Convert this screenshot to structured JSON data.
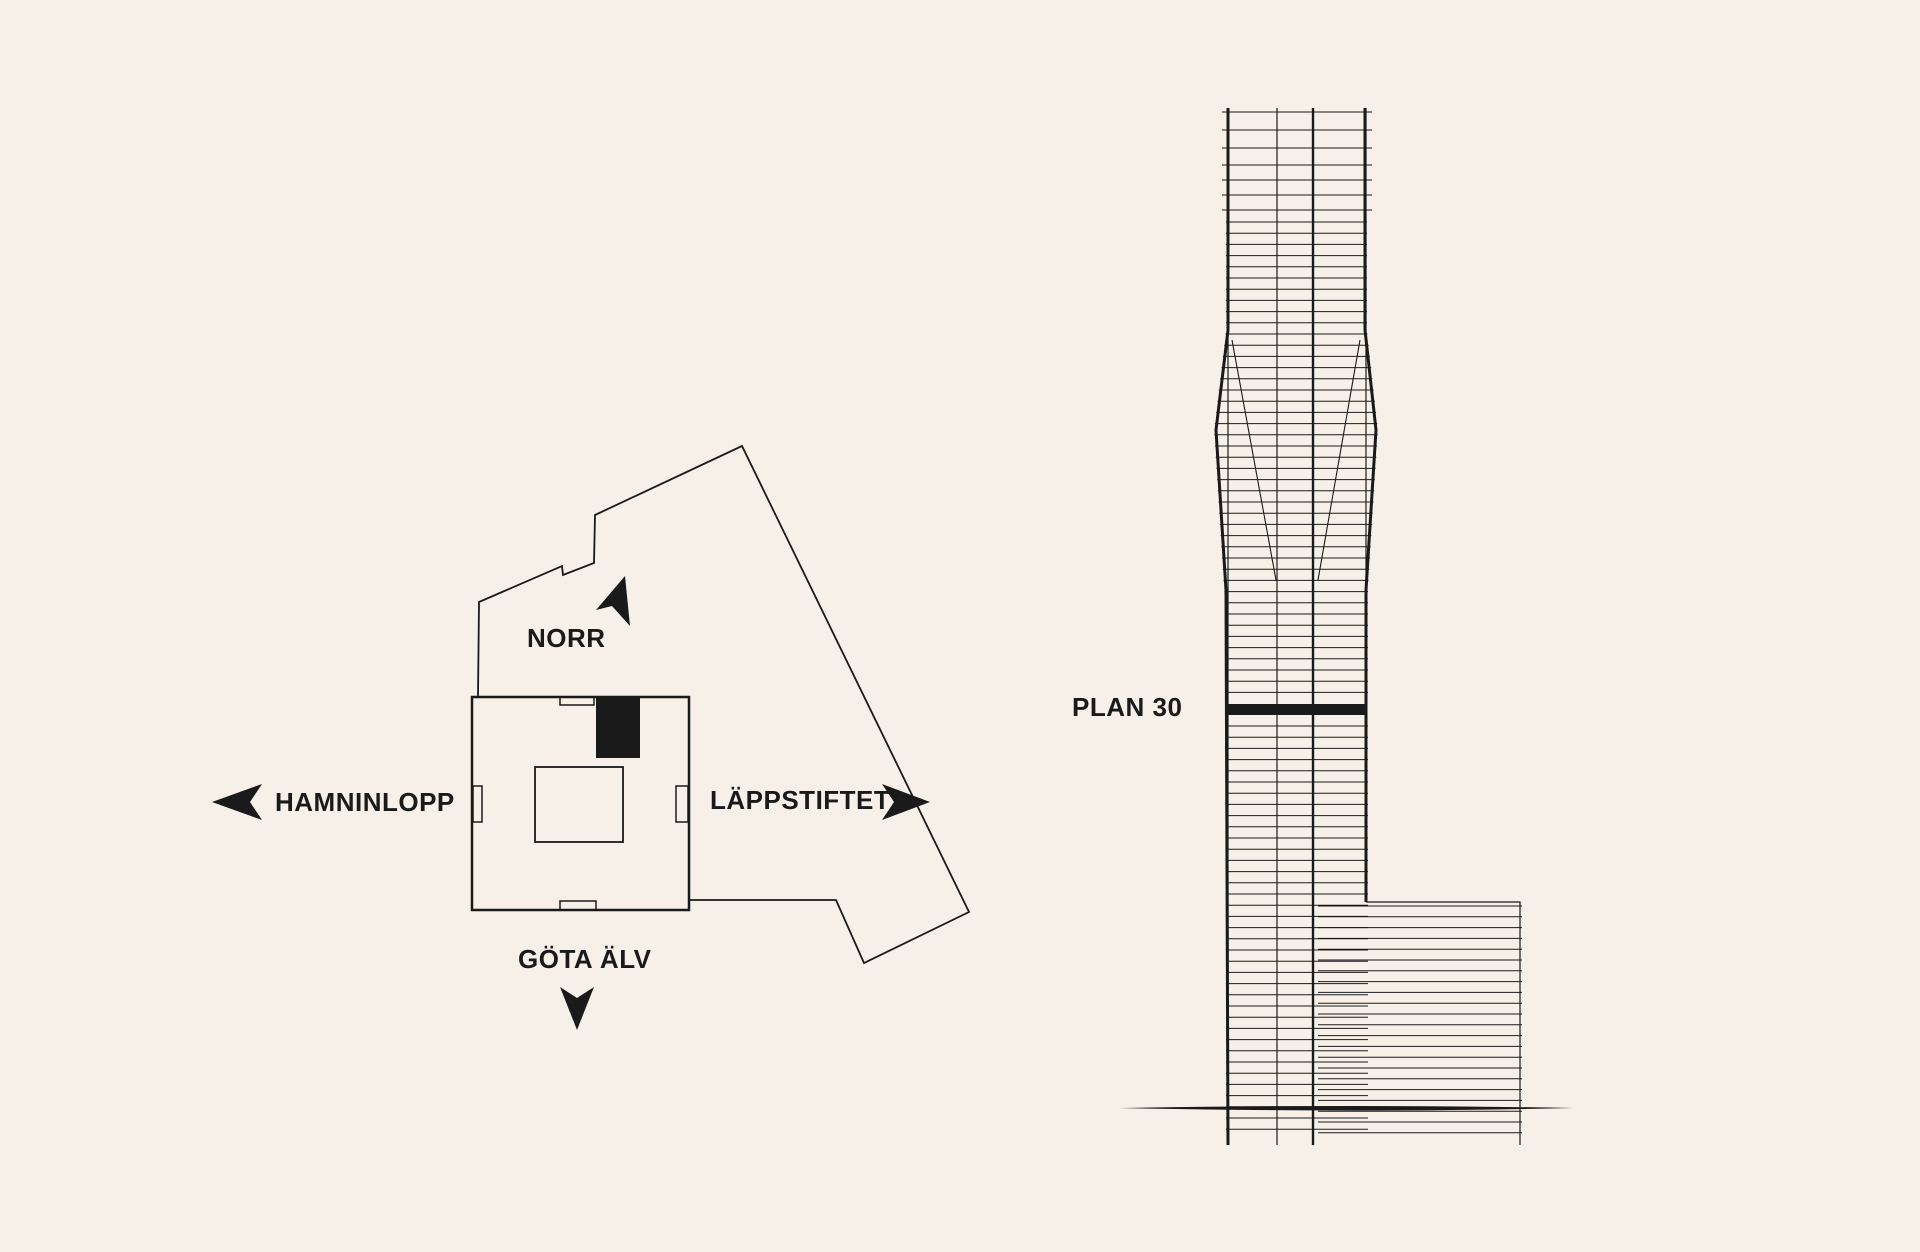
{
  "labels": {
    "north": "NORR",
    "west": "HAMNINLOPP",
    "east": "LÄPPSTIFTET",
    "south": "GÖTA ÄLV",
    "floor": "PLAN 30"
  },
  "colors": {
    "background": "#f6f0e8",
    "ink": "#1a1a1a"
  },
  "icons": {
    "north": "arrow-up-icon",
    "west": "arrow-left-icon",
    "east": "arrow-right-icon",
    "south": "arrow-down-icon"
  },
  "tower": {
    "floor_count": 48,
    "highlighted_floor": 30
  }
}
